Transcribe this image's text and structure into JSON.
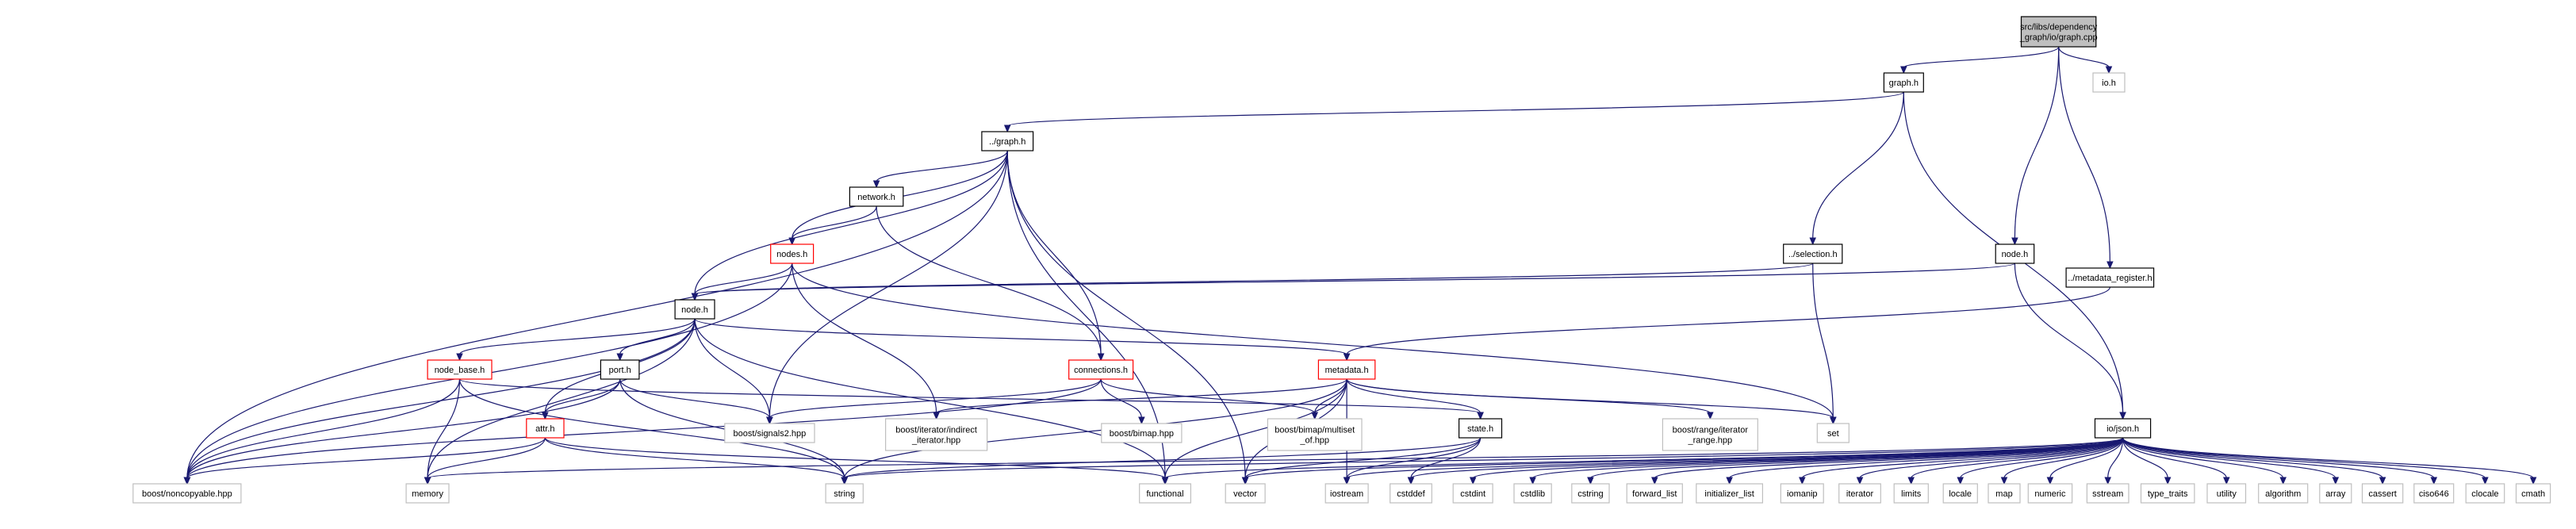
{
  "diagram": {
    "colors": {
      "edge": "#191970",
      "border_normal": "#000000",
      "border_truncated": "#ff0000",
      "border_external": "#bfbfbf",
      "fill_root": "#bfbfbf",
      "fill_normal": "#ffffff",
      "text": "#000000"
    },
    "nodes": [
      {
        "id": "root",
        "lines": [
          "src/libs/dependency",
          "_graph/io/graph.cpp"
        ],
        "kind": "root"
      },
      {
        "id": "graph_h",
        "lines": [
          "graph.h"
        ],
        "kind": "normal"
      },
      {
        "id": "io_h",
        "lines": [
          "io.h"
        ],
        "kind": "external"
      },
      {
        "id": "dgraph_h",
        "lines": [
          "../graph.h"
        ],
        "kind": "normal"
      },
      {
        "id": "metareg_h",
        "lines": [
          "../metadata_register.h"
        ],
        "kind": "normal"
      },
      {
        "id": "network_h",
        "lines": [
          "network.h"
        ],
        "kind": "normal"
      },
      {
        "id": "nodes_h",
        "lines": [
          "nodes.h"
        ],
        "kind": "truncated"
      },
      {
        "id": "selection_h",
        "lines": [
          "../selection.h"
        ],
        "kind": "normal"
      },
      {
        "id": "nodeh_top",
        "lines": [
          "node.h"
        ],
        "kind": "normal"
      },
      {
        "id": "node_h",
        "lines": [
          "node.h"
        ],
        "kind": "normal"
      },
      {
        "id": "node_base_h",
        "lines": [
          "node_base.h"
        ],
        "kind": "truncated"
      },
      {
        "id": "port_h",
        "lines": [
          "port.h"
        ],
        "kind": "normal"
      },
      {
        "id": "connections_h",
        "lines": [
          "connections.h"
        ],
        "kind": "truncated"
      },
      {
        "id": "metadata_h",
        "lines": [
          "metadata.h"
        ],
        "kind": "truncated"
      },
      {
        "id": "attr_h",
        "lines": [
          "attr.h"
        ],
        "kind": "truncated"
      },
      {
        "id": "state_h",
        "lines": [
          "state.h"
        ],
        "kind": "normal"
      },
      {
        "id": "json_h",
        "lines": [
          "io/json.h"
        ],
        "kind": "normal"
      },
      {
        "id": "signals2",
        "lines": [
          "boost/signals2.hpp"
        ],
        "kind": "external"
      },
      {
        "id": "iter_indirect",
        "lines": [
          "boost/iterator/indirect",
          "_iterator.hpp"
        ],
        "kind": "external"
      },
      {
        "id": "bimap",
        "lines": [
          "boost/bimap.hpp"
        ],
        "kind": "external"
      },
      {
        "id": "bimap_multiset",
        "lines": [
          "boost/bimap/multiset",
          "_of.hpp"
        ],
        "kind": "external"
      },
      {
        "id": "range_iter",
        "lines": [
          "boost/range/iterator",
          "_range.hpp"
        ],
        "kind": "external"
      },
      {
        "id": "set",
        "lines": [
          "set"
        ],
        "kind": "external"
      },
      {
        "id": "noncopyable",
        "lines": [
          "boost/noncopyable.hpp"
        ],
        "kind": "external"
      },
      {
        "id": "memory",
        "lines": [
          "memory"
        ],
        "kind": "external"
      },
      {
        "id": "string",
        "lines": [
          "string"
        ],
        "kind": "external"
      },
      {
        "id": "functional",
        "lines": [
          "functional"
        ],
        "kind": "external"
      },
      {
        "id": "vector",
        "lines": [
          "vector"
        ],
        "kind": "external"
      },
      {
        "id": "iostream",
        "lines": [
          "iostream"
        ],
        "kind": "external"
      },
      {
        "id": "cstddef",
        "lines": [
          "cstddef"
        ],
        "kind": "external"
      },
      {
        "id": "cstdint",
        "lines": [
          "cstdint"
        ],
        "kind": "external"
      },
      {
        "id": "cstdlib",
        "lines": [
          "cstdlib"
        ],
        "kind": "external"
      },
      {
        "id": "cstring",
        "lines": [
          "cstring"
        ],
        "kind": "external"
      },
      {
        "id": "forward_list",
        "lines": [
          "forward_list"
        ],
        "kind": "external"
      },
      {
        "id": "initializer_list",
        "lines": [
          "initializer_list"
        ],
        "kind": "external"
      },
      {
        "id": "iomanip",
        "lines": [
          "iomanip"
        ],
        "kind": "external"
      },
      {
        "id": "iterator",
        "lines": [
          "iterator"
        ],
        "kind": "external"
      },
      {
        "id": "limits",
        "lines": [
          "limits"
        ],
        "kind": "external"
      },
      {
        "id": "locale",
        "lines": [
          "locale"
        ],
        "kind": "external"
      },
      {
        "id": "map",
        "lines": [
          "map"
        ],
        "kind": "external"
      },
      {
        "id": "numeric",
        "lines": [
          "numeric"
        ],
        "kind": "external"
      },
      {
        "id": "sstream",
        "lines": [
          "sstream"
        ],
        "kind": "external"
      },
      {
        "id": "type_traits",
        "lines": [
          "type_traits"
        ],
        "kind": "external"
      },
      {
        "id": "utility",
        "lines": [
          "utility"
        ],
        "kind": "external"
      },
      {
        "id": "algorithm",
        "lines": [
          "algorithm"
        ],
        "kind": "external"
      },
      {
        "id": "array",
        "lines": [
          "array"
        ],
        "kind": "external"
      },
      {
        "id": "cassert",
        "lines": [
          "cassert"
        ],
        "kind": "external"
      },
      {
        "id": "ciso646",
        "lines": [
          "ciso646"
        ],
        "kind": "external"
      },
      {
        "id": "clocale",
        "lines": [
          "clocale"
        ],
        "kind": "external"
      },
      {
        "id": "cmath",
        "lines": [
          "cmath"
        ],
        "kind": "external"
      }
    ],
    "edges": [
      [
        "root",
        "graph_h"
      ],
      [
        "root",
        "io_h"
      ],
      [
        "root",
        "metareg_h"
      ],
      [
        "root",
        "nodeh_top"
      ],
      [
        "graph_h",
        "dgraph_h"
      ],
      [
        "graph_h",
        "selection_h"
      ],
      [
        "graph_h",
        "json_h"
      ],
      [
        "dgraph_h",
        "network_h"
      ],
      [
        "dgraph_h",
        "nodes_h"
      ],
      [
        "dgraph_h",
        "node_h"
      ],
      [
        "dgraph_h",
        "connections_h"
      ],
      [
        "dgraph_h",
        "signals2"
      ],
      [
        "dgraph_h",
        "noncopyable"
      ],
      [
        "dgraph_h",
        "functional"
      ],
      [
        "dgraph_h",
        "vector"
      ],
      [
        "network_h",
        "nodes_h"
      ],
      [
        "network_h",
        "connections_h"
      ],
      [
        "nodes_h",
        "node_h"
      ],
      [
        "nodes_h",
        "iter_indirect"
      ],
      [
        "nodes_h",
        "set"
      ],
      [
        "nodes_h",
        "noncopyable"
      ],
      [
        "selection_h",
        "node_h"
      ],
      [
        "selection_h",
        "set"
      ],
      [
        "nodeh_top",
        "node_h"
      ],
      [
        "nodeh_top",
        "json_h"
      ],
      [
        "metareg_h",
        "metadata_h"
      ],
      [
        "node_h",
        "node_base_h"
      ],
      [
        "node_h",
        "port_h"
      ],
      [
        "node_h",
        "metadata_h"
      ],
      [
        "node_h",
        "attr_h"
      ],
      [
        "node_h",
        "signals2"
      ],
      [
        "node_h",
        "noncopyable"
      ],
      [
        "node_h",
        "memory"
      ],
      [
        "node_h",
        "functional"
      ],
      [
        "node_base_h",
        "noncopyable"
      ],
      [
        "node_base_h",
        "memory"
      ],
      [
        "node_base_h",
        "string"
      ],
      [
        "node_base_h",
        "state_h"
      ],
      [
        "port_h",
        "attr_h"
      ],
      [
        "port_h",
        "signals2"
      ],
      [
        "port_h",
        "string"
      ],
      [
        "port_h",
        "noncopyable"
      ],
      [
        "attr_h",
        "noncopyable"
      ],
      [
        "attr_h",
        "memory"
      ],
      [
        "attr_h",
        "string"
      ],
      [
        "attr_h",
        "functional"
      ],
      [
        "connections_h",
        "signals2"
      ],
      [
        "connections_h",
        "bimap"
      ],
      [
        "connections_h",
        "bimap_multiset"
      ],
      [
        "connections_h",
        "noncopyable"
      ],
      [
        "metadata_h",
        "iter_indirect"
      ],
      [
        "metadata_h",
        "bimap_multiset"
      ],
      [
        "metadata_h",
        "range_iter"
      ],
      [
        "metadata_h",
        "set"
      ],
      [
        "metadata_h",
        "state_h"
      ],
      [
        "metadata_h",
        "string"
      ],
      [
        "metadata_h",
        "functional"
      ],
      [
        "metadata_h",
        "vector"
      ],
      [
        "metadata_h",
        "iostream"
      ],
      [
        "state_h",
        "string"
      ],
      [
        "state_h",
        "vector"
      ],
      [
        "state_h",
        "iostream"
      ],
      [
        "state_h",
        "cstddef"
      ],
      [
        "json_h",
        "memory"
      ],
      [
        "json_h",
        "string"
      ],
      [
        "json_h",
        "functional"
      ],
      [
        "json_h",
        "vector"
      ],
      [
        "json_h",
        "iostream"
      ],
      [
        "json_h",
        "cstddef"
      ],
      [
        "json_h",
        "cstdint"
      ],
      [
        "json_h",
        "cstdlib"
      ],
      [
        "json_h",
        "cstring"
      ],
      [
        "json_h",
        "forward_list"
      ],
      [
        "json_h",
        "initializer_list"
      ],
      [
        "json_h",
        "iomanip"
      ],
      [
        "json_h",
        "iterator"
      ],
      [
        "json_h",
        "limits"
      ],
      [
        "json_h",
        "locale"
      ],
      [
        "json_h",
        "map"
      ],
      [
        "json_h",
        "numeric"
      ],
      [
        "json_h",
        "sstream"
      ],
      [
        "json_h",
        "type_traits"
      ],
      [
        "json_h",
        "utility"
      ],
      [
        "json_h",
        "algorithm"
      ],
      [
        "json_h",
        "array"
      ],
      [
        "json_h",
        "cassert"
      ],
      [
        "json_h",
        "ciso646"
      ],
      [
        "json_h",
        "clocale"
      ],
      [
        "json_h",
        "cmath"
      ]
    ]
  }
}
